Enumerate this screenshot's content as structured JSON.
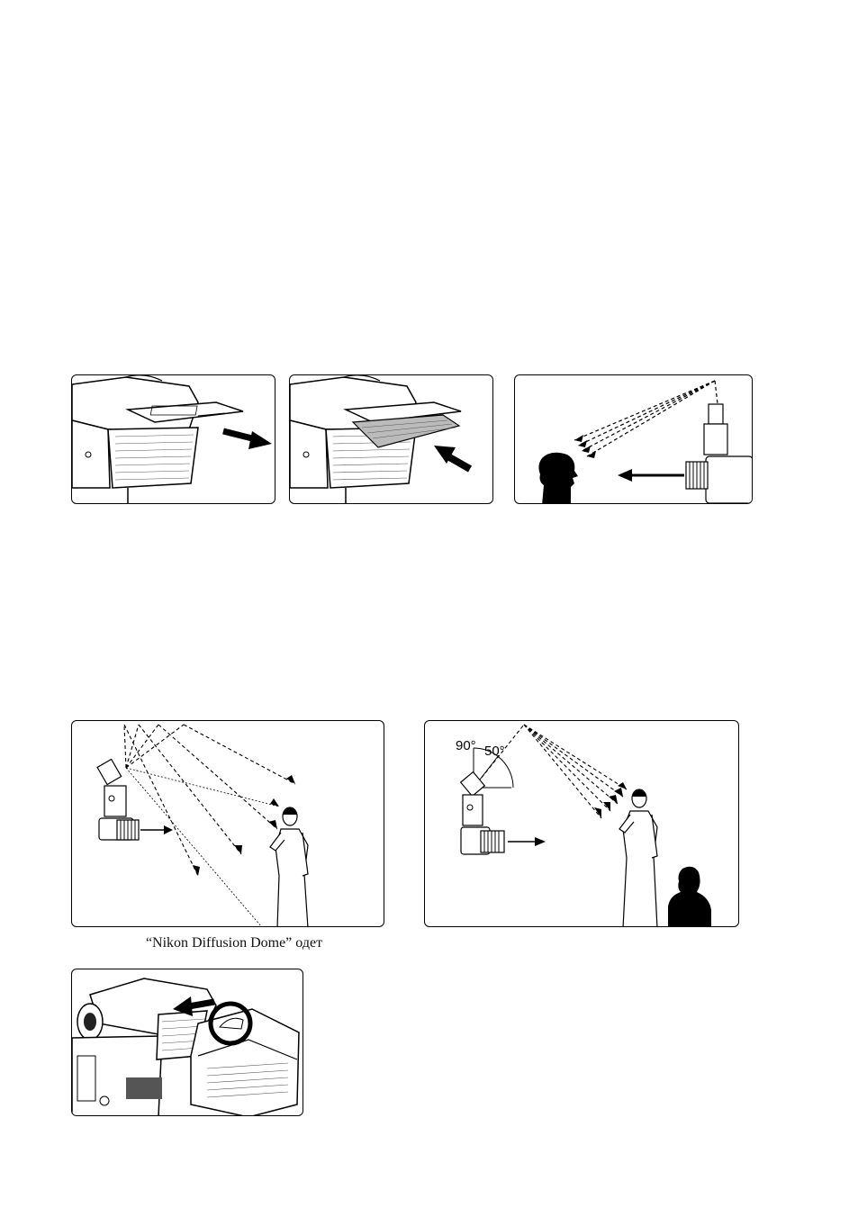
{
  "figures": {
    "bounce_flash": {
      "angle_high": "90°",
      "angle_low": "50°"
    }
  },
  "captions": {
    "diffusion_dome": "“Nikon Diffusion Dome” одет"
  }
}
